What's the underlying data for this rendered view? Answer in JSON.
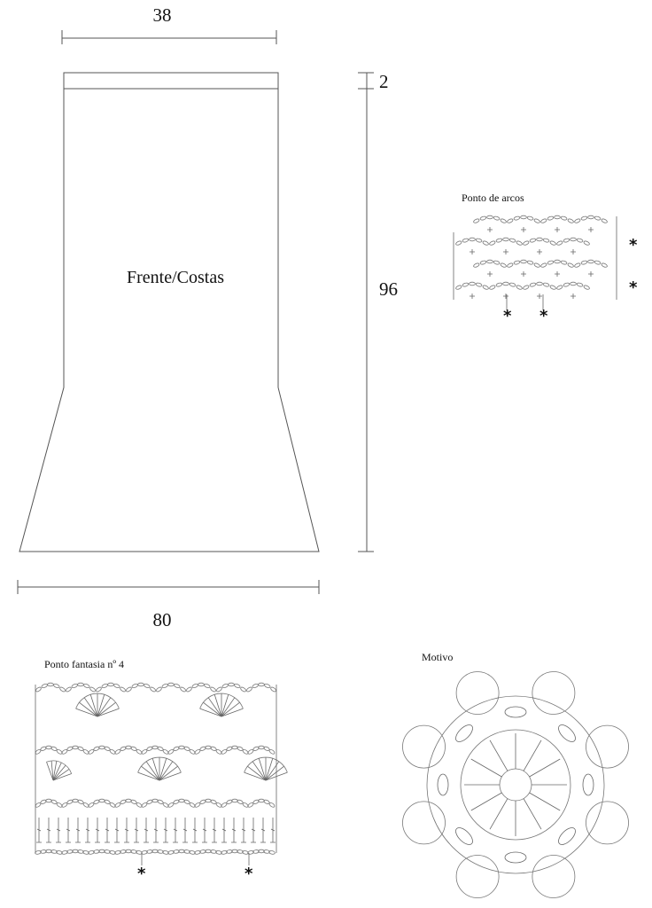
{
  "schematic": {
    "label": "Frente/Costas",
    "top_width": "38",
    "bottom_width": "80",
    "total_height": "96",
    "band_height": "2"
  },
  "charts": [
    {
      "title": "Ponto de arcos",
      "marker": "*"
    },
    {
      "title": "Ponto fantasia nº 4",
      "marker": "*"
    },
    {
      "title": "Motivo"
    }
  ],
  "colors": {
    "line": "#555555",
    "text": "#111111",
    "background": "#ffffff"
  }
}
